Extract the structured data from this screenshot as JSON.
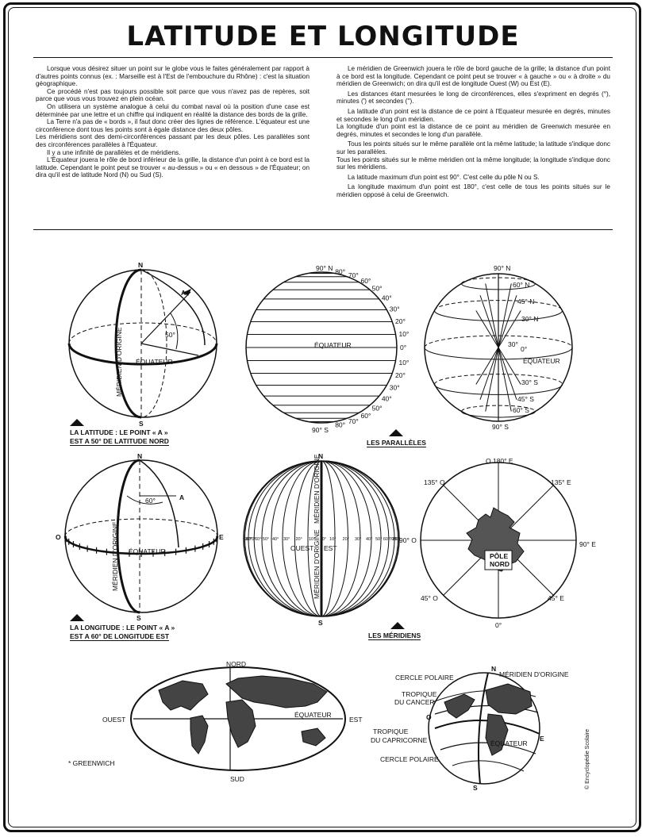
{
  "title": "LATITUDE ET LONGITUDE",
  "left_column": [
    "Lorsque vous désirez situer un point sur le globe vous le faites généralement par rapport à d'autres points connus (ex. : Marseille est à l'Est de l'embouchure du Rhône) : c'est la situation géographique.",
    "Ce procédé n'est pas toujours possible soit parce que vous n'avez pas de repères, soit parce que vous vous trouvez en plein océan.",
    "On utilisera un système analogue à celui du combat naval où la position d'une case est déterminée par une lettre et un chiffre qui indiquent en réalité la distance des bords de la grille.",
    "La Terre n'a pas de « bords », il faut donc créer des lignes de référence. L'équateur est une circonférence dont tous les points sont à égale distance des deux pôles.",
    "Les méridiens sont des demi-circonférences passant par les deux pôles. Les parallèles sont des circonférences parallèles à l'Équateur.",
    "Il y a une infinité de parallèles et de méridiens.",
    "L'Équateur jouera le rôle de bord inférieur de la grille, la distance d'un point à ce bord est la latitude. Cependant le point peut se trouver « au-dessus » ou « en dessous » de l'Équateur; on dira qu'il est de latitude Nord (N) ou Sud (S)."
  ],
  "right_column": [
    "Le méridien de Greenwich jouera le rôle de bord gauche de la grille; la distance d'un point à ce bord est la longitude. Cependant ce point peut se trouver « à gauche » ou « à droite » du méridien de Greenwich; on dira qu'il est de longitude Ouest (W) ou Est (E).",
    "Les distances étant mesurées le long de circonférences, elles s'expriment en degrés (°), minutes (') et secondes ('').",
    "La latitude d'un point est la distance de ce point à l'Equateur mesurée en degrés, minutes et secondes le long d'un méridien.",
    "La longitude d'un point est la distance de ce point au méridien de Greenwich mesurée en degrés, minutes et secondes le long d'un parallèle.",
    "Tous les points situés sur le même parallèle ont la même latitude; la latitude s'indique donc sur les parallèles.",
    "Tous les points situés sur le même méridien ont la même longitude; la longitude s'indique donc sur les méridiens.",
    "La latitude maximum d'un point est 90°. C'est celle du pôle N ou S.",
    "La longitude maximum d'un point est 180°, c'est celle de tous les points situés sur le méridien opposé à celui de Greenwich."
  ],
  "fig_latitude": {
    "north": "N",
    "south": "S",
    "point": "A",
    "angle": "50°",
    "equator": "ÉQUATEUR",
    "meridian": "MÉRIDIEN D'ORIGINE",
    "caption_line1": "LA LATITUDE : LE POINT « A »",
    "caption_line2": "EST A 50° DE LATITUDE NORD"
  },
  "fig_parallels": {
    "equator": "ÉQUATEUR",
    "north_top": "90° N",
    "north_labels": [
      "80°",
      "70°",
      "60°",
      "50°",
      "40°",
      "30°",
      "20°",
      "10°",
      "0°"
    ],
    "south_labels": [
      "10°",
      "20°",
      "30°",
      "40°",
      "50°",
      "60°",
      "70°",
      "80°"
    ],
    "south_bottom": "90° S",
    "caption": "LES PARALLÈLES"
  },
  "fig_parallels_side": {
    "north": "90° N",
    "south": "90° S",
    "labels": [
      "60° N",
      "45° N",
      "30° N",
      "30°",
      "0°",
      "ÉQUATEUR",
      "30° S",
      "45° S",
      "60° S"
    ]
  },
  "fig_longitude": {
    "north": "N",
    "south": "S",
    "west": "O",
    "east": "E",
    "point": "A",
    "angle": "60°",
    "equator": "ÉQUATEUR",
    "meridian": "MÉRIDIEN D'ORIGINE",
    "caption_line1": "LA LONGITUDE : LE POINT « A »",
    "caption_line2": "EST A 60° DE LONGITUDE EST"
  },
  "fig_meridians": {
    "north": "N",
    "south": "S",
    "left_labels": [
      "90°",
      "80°",
      "70°",
      "60°",
      "50°",
      "40°",
      "30°",
      "20°",
      "10°"
    ],
    "center": "0°",
    "right_labels": [
      "10°",
      "20°",
      "30°",
      "40°",
      "50°",
      "60°",
      "70°",
      "80°",
      "90°"
    ],
    "west": "OUEST",
    "east": "EST",
    "meridian": "MÉRIDIEN D'ORIGINE",
    "caption": "LES MÉRIDIENS"
  },
  "fig_polar": {
    "top": "O 180° E",
    "top_left": "135° O",
    "top_right": "135° E",
    "left": "90° O",
    "right": "90° E",
    "bottom_left": "45° O",
    "bottom_right": "45° E",
    "bottom": "0°",
    "pole_line1": "PÔLE",
    "pole_line2": "NORD"
  },
  "fig_worldmap": {
    "north": "NORD",
    "south": "SUD",
    "west": "OUEST",
    "east": "EST",
    "equator": "ÉQUATEUR",
    "greenwich_note": "* GREENWICH"
  },
  "fig_globe": {
    "arctic": "CERCLE POLAIRE",
    "cancer_line1": "TROPIQUE",
    "cancer_line2": "DU CANCER",
    "capricorn_line1": "TROPIQUE",
    "capricorn_line2": "DU CAPRICORNE",
    "antarctic": "CERCLE POLAIRE",
    "meridian": "MÉRIDIEN D'ORIGINE",
    "equator": "ÉQUATEUR",
    "north": "N",
    "south": "S",
    "west": "O",
    "east": "E"
  },
  "credit": "© Encyclopédie Scolaire"
}
